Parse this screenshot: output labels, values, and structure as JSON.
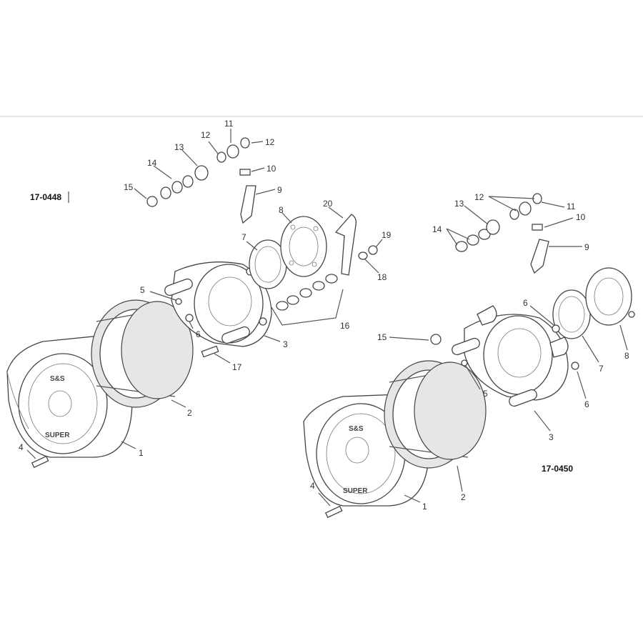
{
  "assemblies": [
    {
      "id": "17-0448"
    },
    {
      "id": "17-0450"
    }
  ],
  "cover_logo": {
    "line1": "S&S",
    "line2": "SUPER"
  },
  "callouts": {
    "left": [
      "1",
      "2",
      "3",
      "4",
      "5",
      "6",
      "7",
      "8",
      "9",
      "10",
      "11",
      "12",
      "12",
      "13",
      "14",
      "15",
      "16",
      "17",
      "18",
      "19",
      "20"
    ],
    "right": [
      "1",
      "2",
      "3",
      "4",
      "5",
      "6",
      "6",
      "7",
      "8",
      "9",
      "10",
      "11",
      "12",
      "13",
      "14",
      "15"
    ]
  },
  "colors": {
    "line": "#555555",
    "text": "#333333",
    "top_rule": "#cccccc"
  }
}
